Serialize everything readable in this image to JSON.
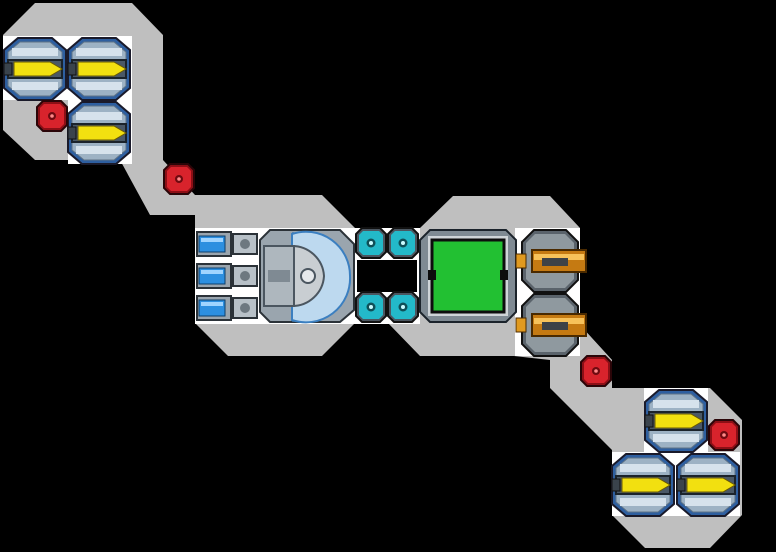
{
  "colors": {
    "background": "#000000",
    "hull": "#bfbfbf",
    "tile": "#ffffff",
    "core": "#22c032",
    "armor_red": "#c8202a",
    "shield_cyan": "#21b8c8",
    "thruster_blue": "#2c8fe0",
    "cannon_yellow": "#f2e010",
    "laser_orange": "#e09a20",
    "plate_steel": "#7d8a96"
  },
  "ship": {
    "core": {
      "icon": "green-core-block"
    },
    "gyro": {
      "icon": "circular-gyroscope-block"
    },
    "blocks": {
      "cannons": {
        "icon": "yellow-cannon-turret-icon",
        "count": 6
      },
      "armor": {
        "icon": "red-armor-block-icon",
        "count": 4
      },
      "shields": {
        "icon": "cyan-shield-emitter-icon",
        "count": 4
      },
      "thrusters": {
        "icon": "blue-thruster-icon",
        "count": 3
      },
      "lasers": {
        "icon": "orange-laser-cannon-icon",
        "count": 2
      }
    }
  }
}
